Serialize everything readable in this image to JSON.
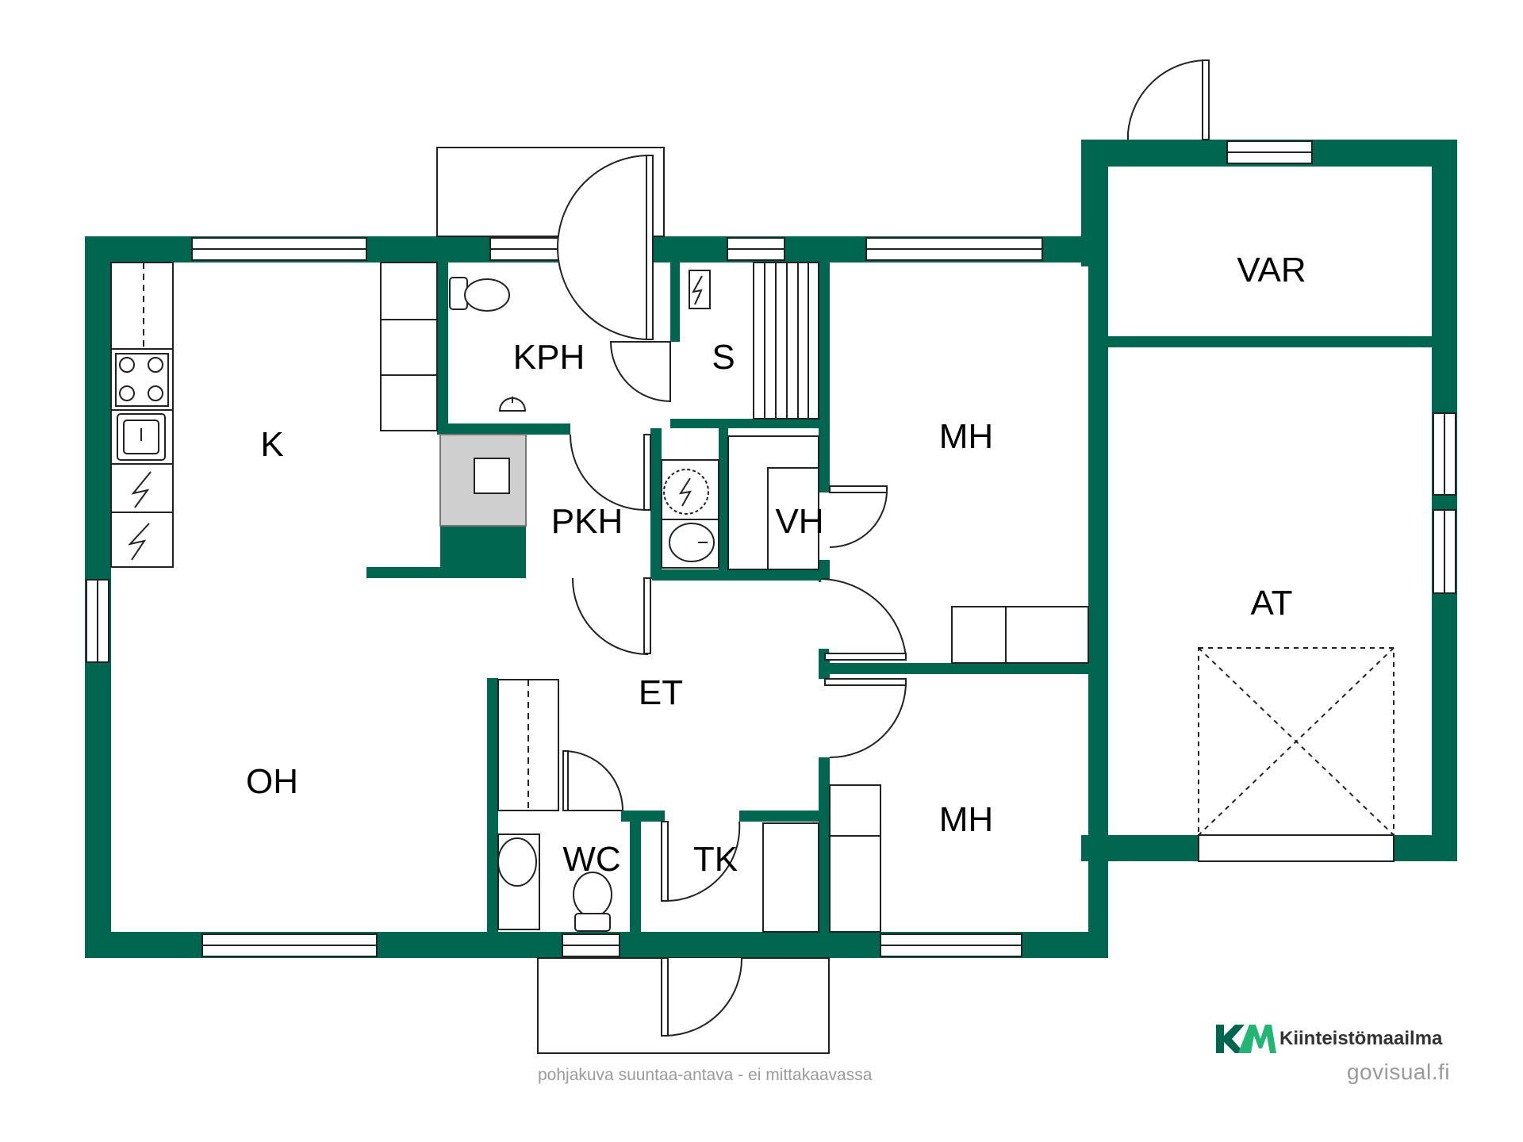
{
  "colors": {
    "wall": "#006650",
    "line": "#222222",
    "fixture_fill": "#ffffff",
    "footer_text": "#9a9a9a",
    "brand_text": "#333333",
    "brand_light": "#23b573"
  },
  "rooms": {
    "k": "K",
    "kph": "KPH",
    "s": "S",
    "pkh": "PKH",
    "vh": "VH",
    "mh_upper": "MH",
    "mh_lower": "MH",
    "oh": "OH",
    "et": "ET",
    "wc": "WC",
    "tk": "TK",
    "var": "VAR",
    "at": "AT"
  },
  "icons": {
    "stove": "stove-icon",
    "sink": "sink-icon",
    "toilet": "toilet-icon",
    "electric": "electric-appliance-icon",
    "sauna_heater": "sauna-heater-icon",
    "washing_machine": "washing-machine-icon",
    "fireplace": "fireplace-icon",
    "garage_door": "garage-door-icon"
  },
  "footer": {
    "disclaimer": "pohjakuva suuntaa-antava - ei mittakaavassa",
    "brand_mark": "KM",
    "brand_name": "Kiinteistömaailma",
    "source": "govisual.fi"
  }
}
